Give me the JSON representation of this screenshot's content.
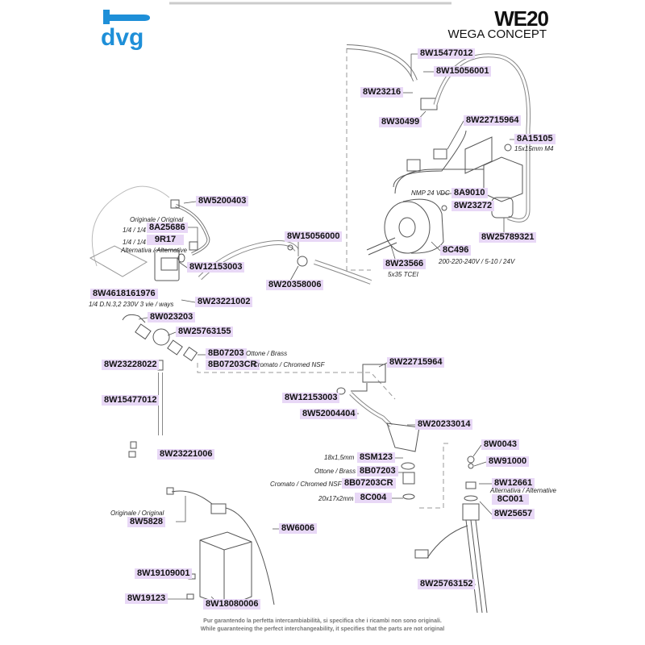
{
  "header": {
    "logo": "dvg",
    "title": "WE20",
    "subtitle": "WEGA CONCEPT"
  },
  "colors": {
    "label_bg": "#e8d8f6",
    "logo_blue": "#1e8fd8"
  },
  "labels": {
    "p1": "8W15477012",
    "p2": "8W15056001",
    "p3": "8W23216",
    "p4": "8W30499",
    "p5": "8W22715964",
    "p6": "8A15105",
    "p7": "8A9010",
    "p8": "8W23272",
    "p9": "8W25789321",
    "p10": "8C496",
    "p11": "8W23566",
    "p12": "8W5200403",
    "p13": "8A25686",
    "p14": "9R17",
    "p15": "8W12153003",
    "p16": "8W15056000",
    "p17": "8W20358006",
    "p18": "8W4618161976",
    "p19": "8W23221002",
    "p20": "8W023203",
    "p21": "8W25763155",
    "p22": "8B07203",
    "p23": "8B07203CR",
    "p24": "8W23228022",
    "p25": "8W15477012",
    "p26": "8W23221006",
    "p27": "8W22715964",
    "p28": "8W12153003",
    "p29": "8W52004404",
    "p30": "8W20233014",
    "p31": "8SM123",
    "p32": "8B07203",
    "p33": "8B07203CR",
    "p34": "8C004",
    "p35": "8W0043",
    "p36": "8W91000",
    "p37": "8W12661",
    "p38": "8C001",
    "p39": "8W25657",
    "p40": "8W6006",
    "p41": "8W5828",
    "p42": "8W19109001",
    "p43": "8W19123",
    "p44": "8W18080006",
    "p45": "8W25763152"
  },
  "notes": {
    "n1": "15x15mm M4",
    "n2": "NMP 24 VDC",
    "n3": "200-220-240V / 5-10 / 24V",
    "n4": "5x35 TCEI",
    "n5": "Originale / Original",
    "n6": "1/4 / 1/4",
    "n7": "1/4 / 1/4",
    "n8": "Alternativa / Alternative",
    "n9": "1/4 D.N.3,2 230V 3 vie / ways",
    "n10": "Ottone / Brass",
    "n11": "Cromato / Chromed NSF",
    "n12": "18x1,5mm",
    "n13": "Ottone / Brass",
    "n14": "Cromato / Chromed NSF",
    "n15": "20x17x2mm",
    "n16": "Alternativa / Alternative",
    "n17": "Originale / Original"
  },
  "footer": {
    "line1": "Pur garantendo la perfetta intercambiabilità, si specifica che i ricambi non sono originali.",
    "line2": "While guaranteeing the perfect interchangeability, it specifies that the parts are not original"
  }
}
